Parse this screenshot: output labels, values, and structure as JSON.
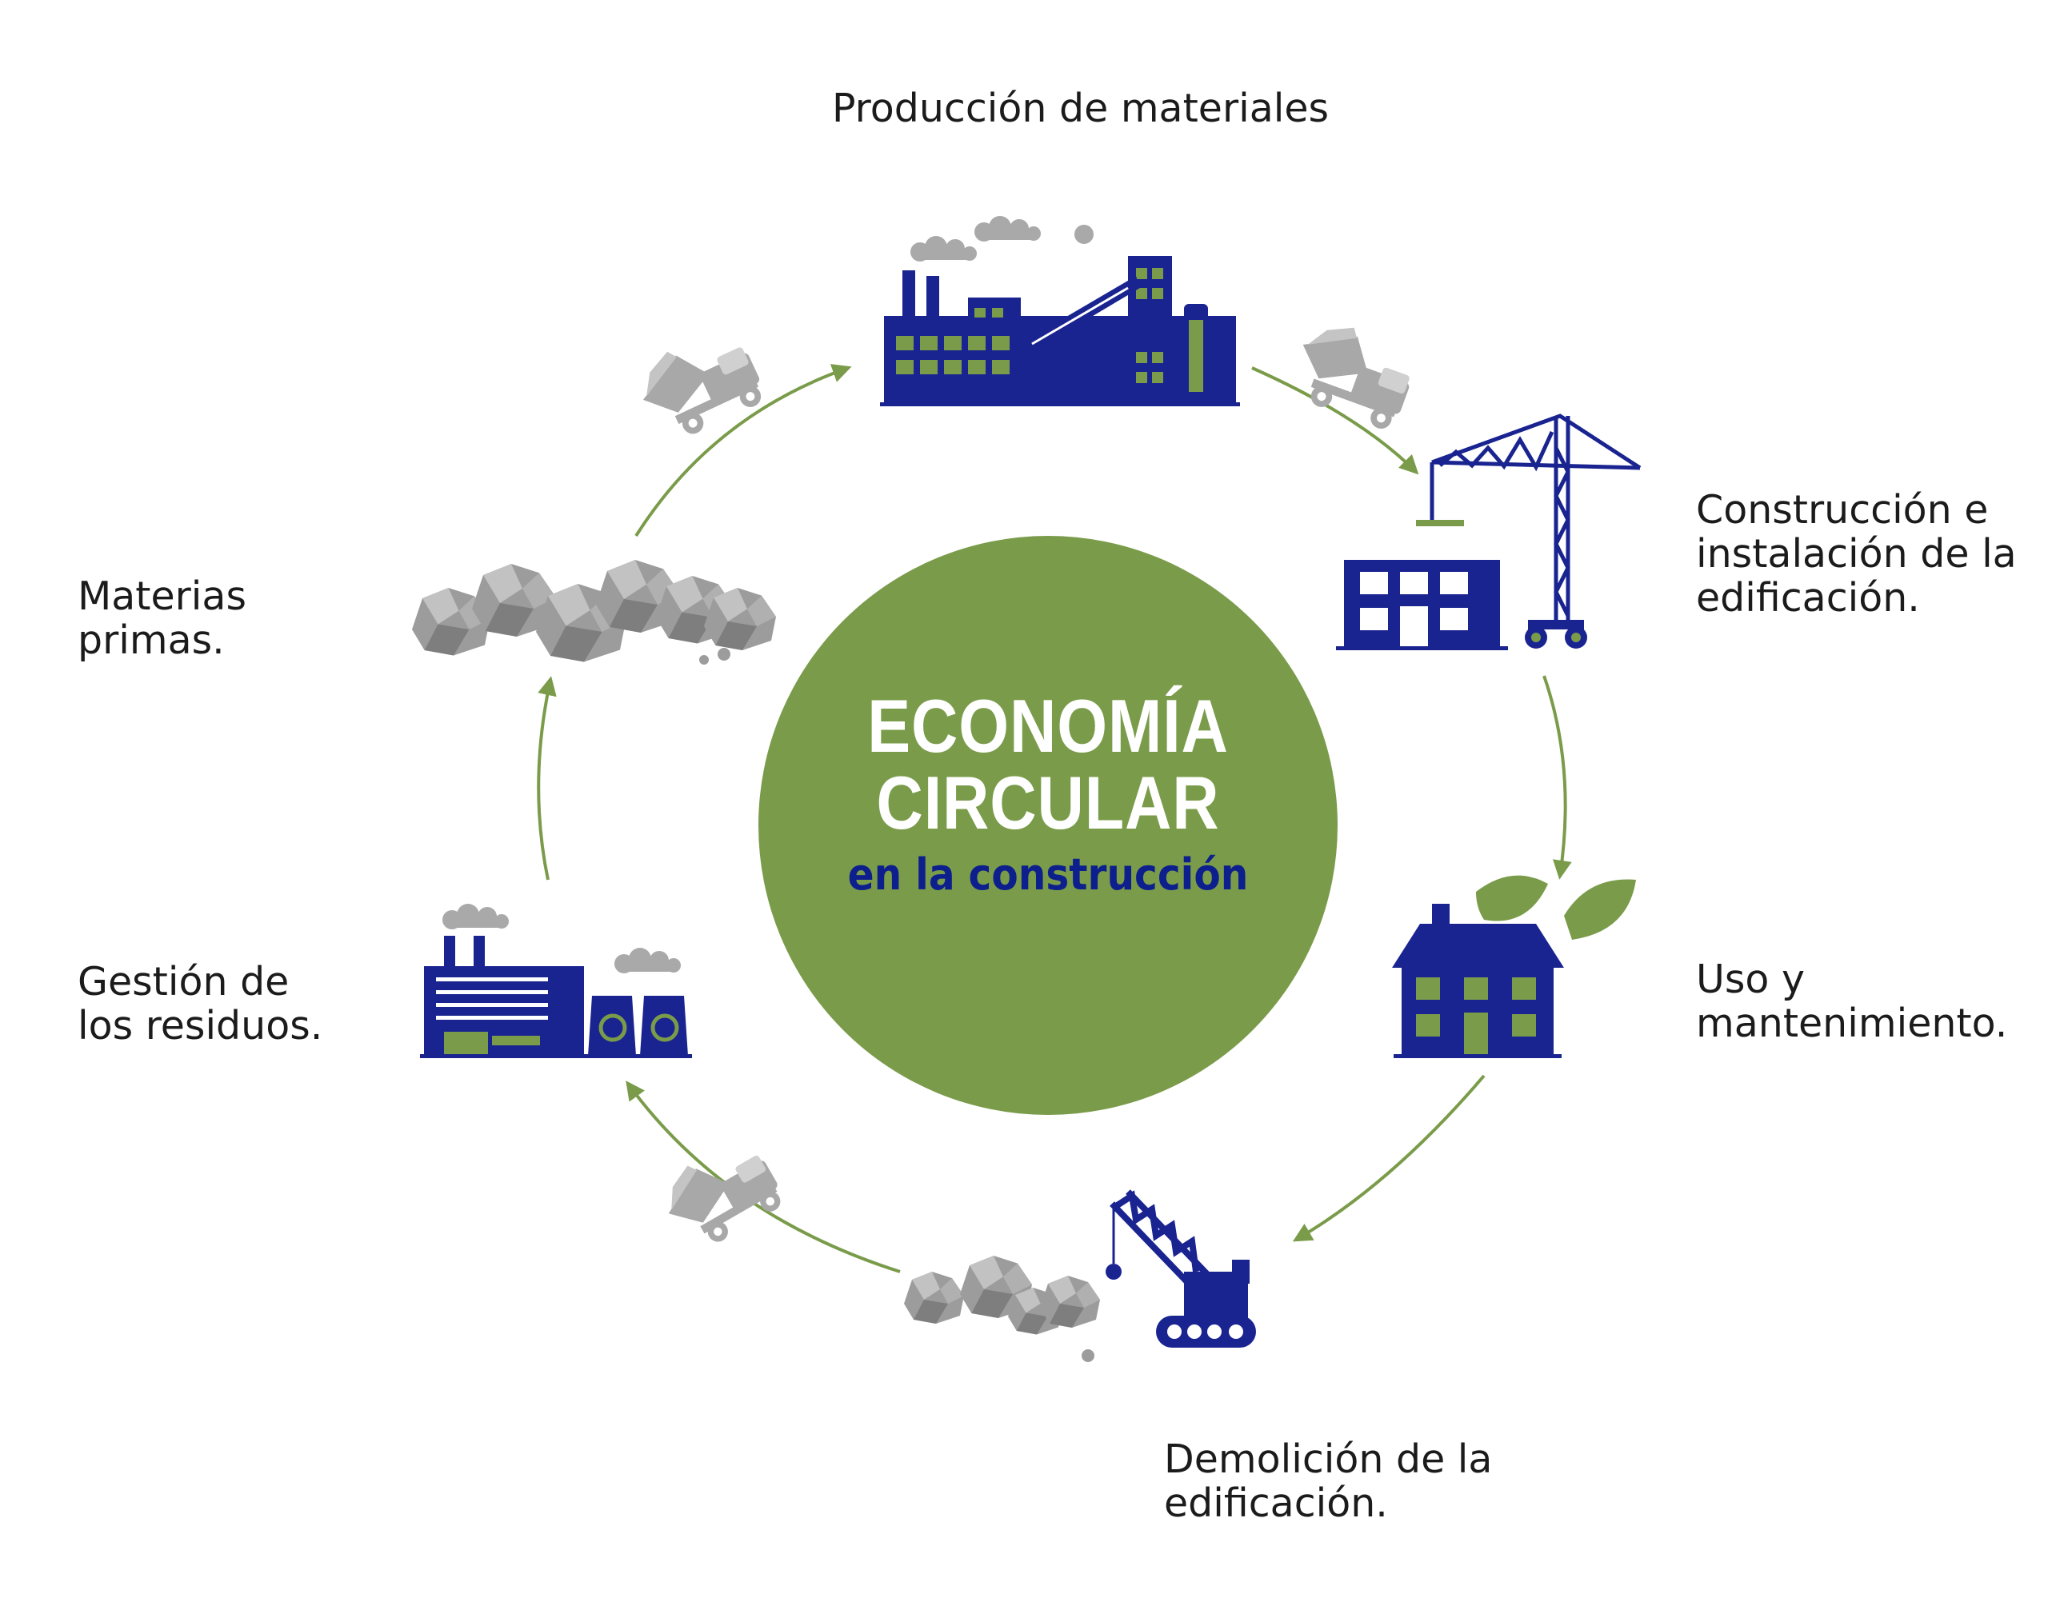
{
  "center": {
    "title_line1": "ECONOMÍA",
    "title_line2": "CIRCULAR",
    "subtitle": "en la construcción"
  },
  "stages": {
    "produccion": {
      "label": "Producción de materiales",
      "icon": "materials-factory-icon"
    },
    "construccion": {
      "line1": "Construcción e",
      "line2": "instalación de la",
      "line3": "edificación.",
      "icon": "tower-crane-icon"
    },
    "uso": {
      "line1": "Uso y",
      "line2": "mantenimiento.",
      "icon": "green-house-icon"
    },
    "demolicion": {
      "line1": "Demolición de la",
      "line2": "edificación.",
      "icon": "demolition-crane-icon"
    },
    "gestion": {
      "line1": "Gestión de",
      "line2": "los residuos.",
      "icon": "recycling-plant-icon"
    },
    "materias": {
      "line1": "Materias",
      "line2": "primas.",
      "icon": "rocks-icon"
    }
  },
  "colors": {
    "green": "#7a9c4a",
    "navy": "#1a2490",
    "gray": "#9c9c9c",
    "text": "#1b1b1b",
    "subtitle": "#0d1f8c"
  }
}
